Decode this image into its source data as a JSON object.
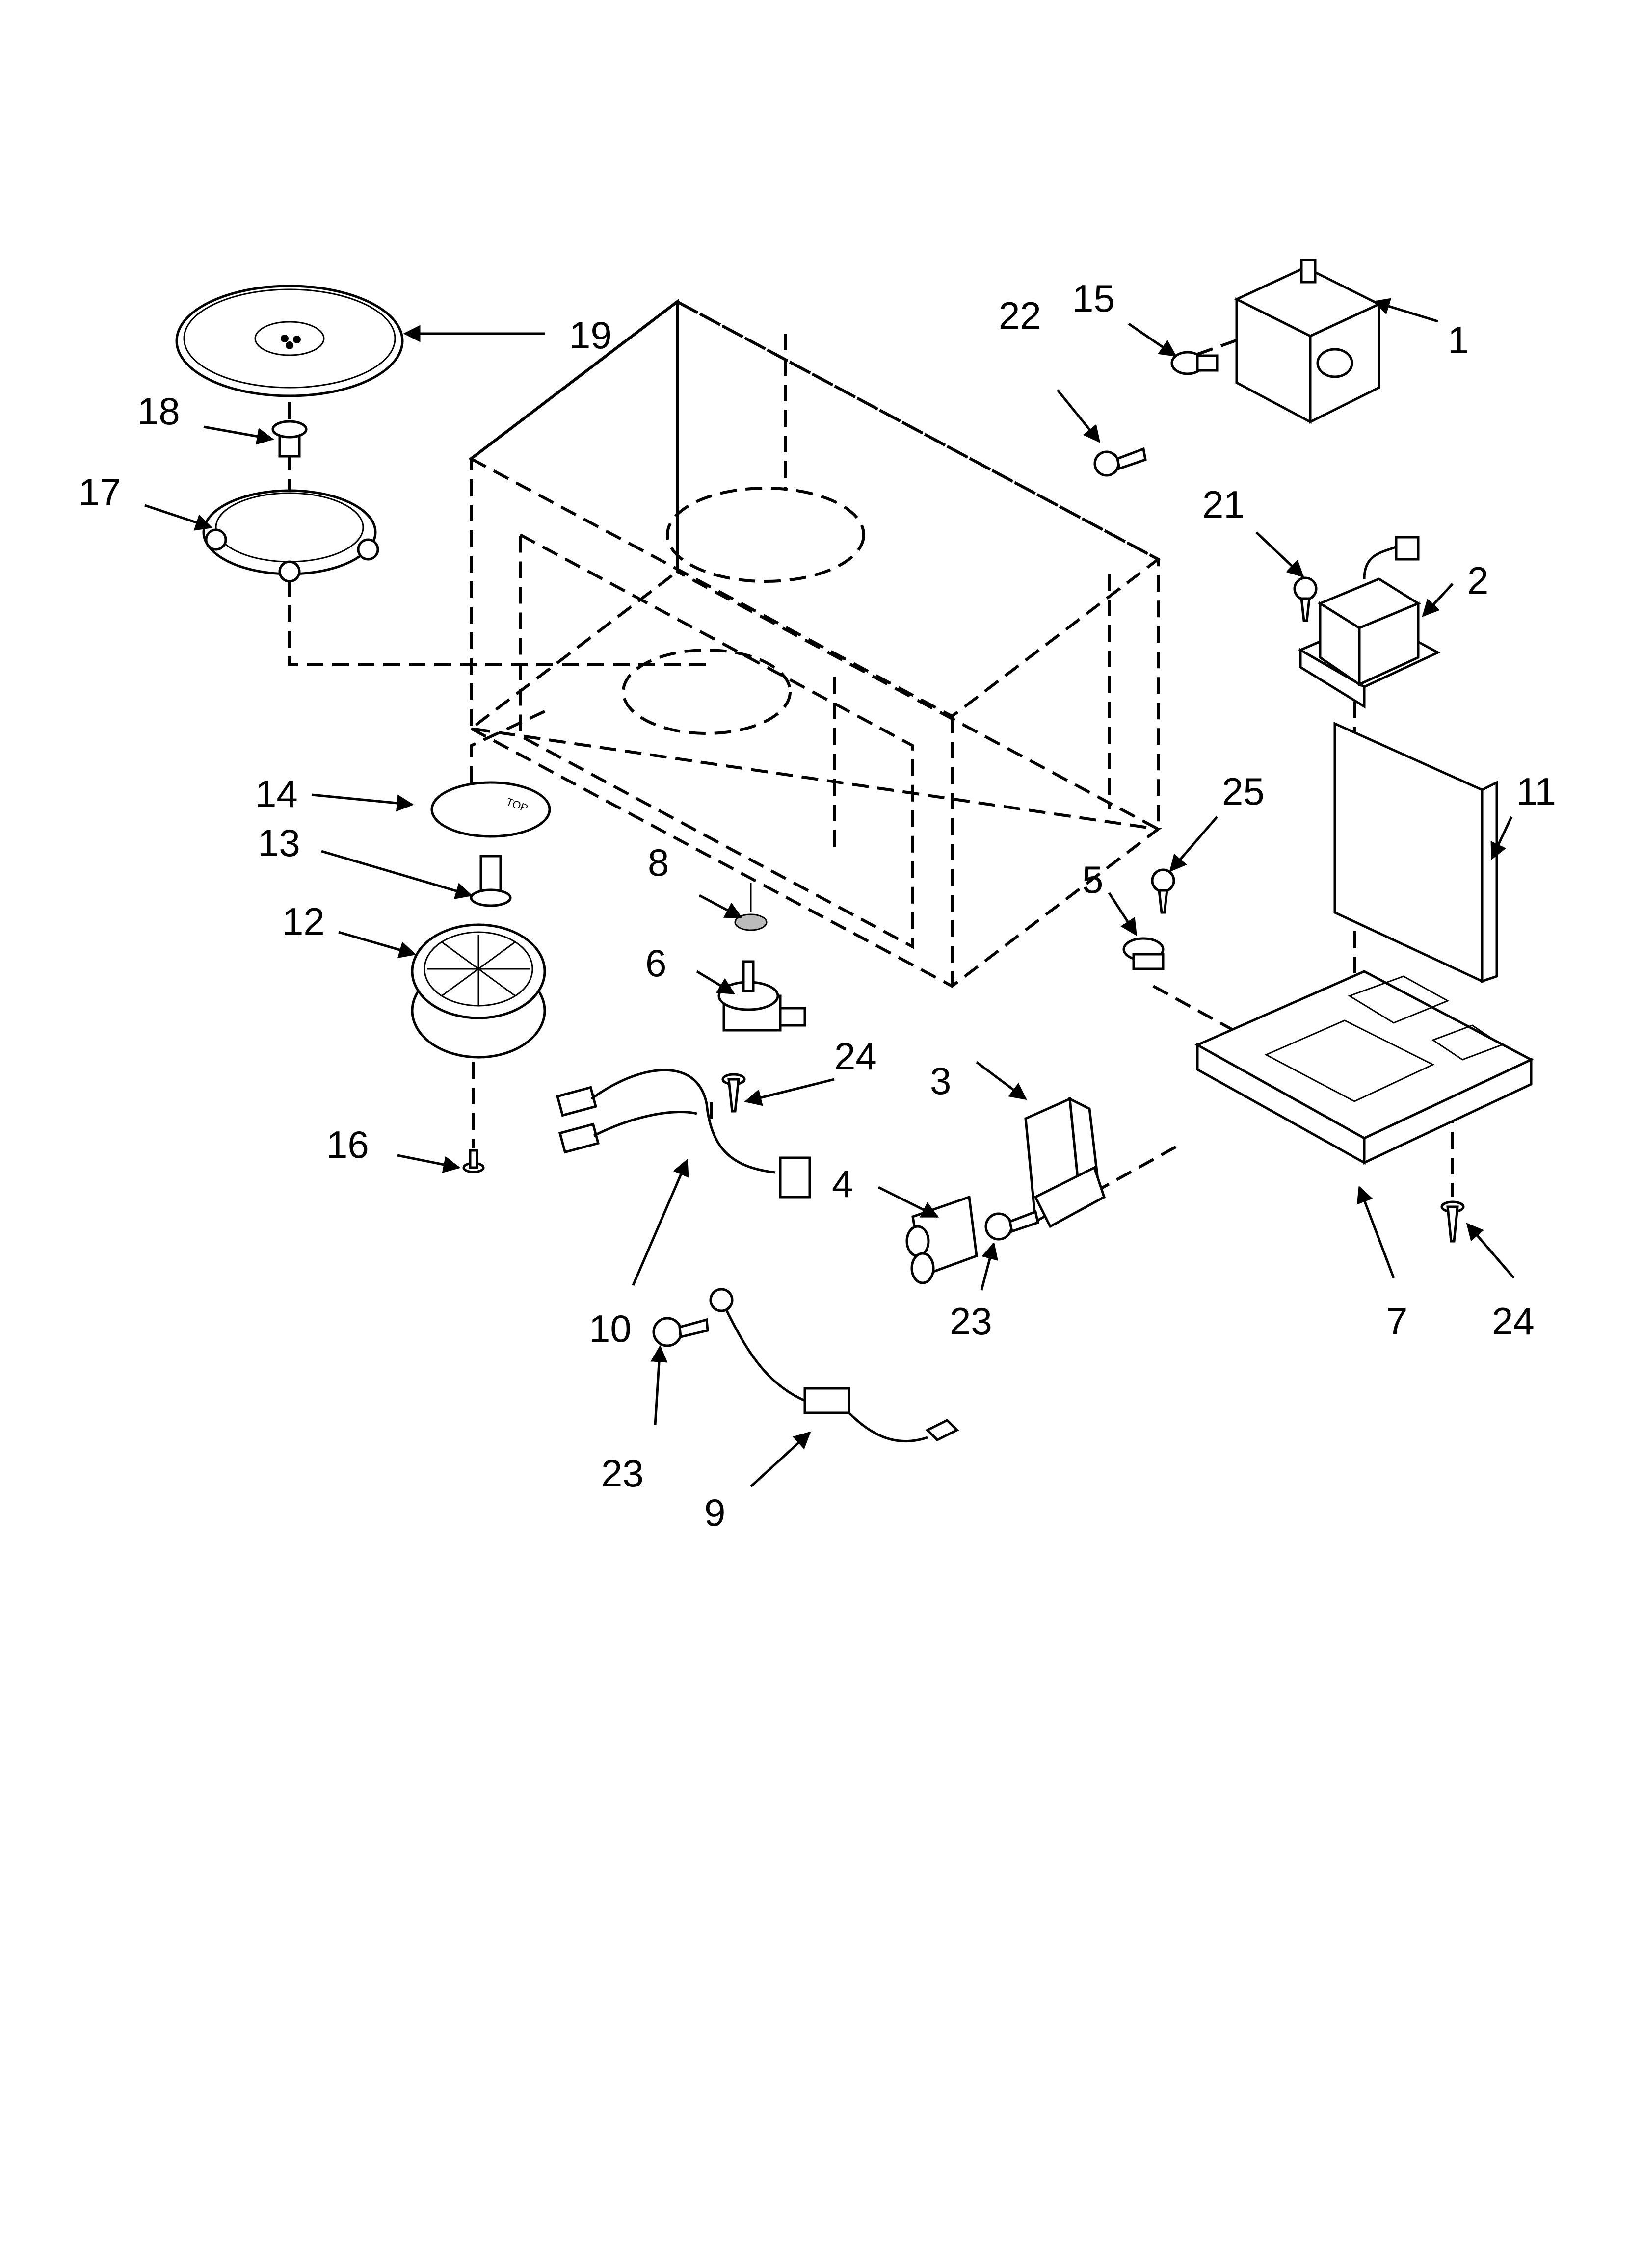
{
  "diagram": {
    "callouts": [
      "1",
      "2",
      "3",
      "4",
      "5",
      "6",
      "7",
      "8",
      "9",
      "10",
      "11",
      "12",
      "13",
      "14",
      "15",
      "16",
      "17",
      "18",
      "19",
      "21",
      "22",
      "23",
      "23",
      "24",
      "24",
      "25"
    ],
    "part_labels": {
      "baseplate_text": "TOP"
    }
  }
}
